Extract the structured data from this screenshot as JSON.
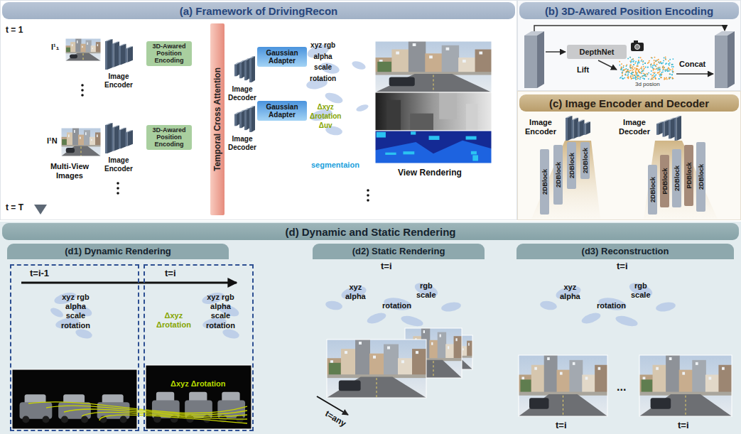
{
  "diagram": {
    "nodes": [
      {
        "text": [
          "(a) Framework of DrivingRecon"
        ]
      },
      {
        "text": [
          "3D-Awared Position Encoding"
        ],
        "in": 0
      },
      {
        "text": [
          "3D-Awared Position Encoding"
        ],
        "in": 0
      },
      {
        "text": [
          "Temporal Cross Attention"
        ],
        "in": 0
      },
      {
        "text": [
          "Gaussian Adapter"
        ],
        "in": 0
      },
      {
        "text": [
          "Gaussian Adapter"
        ],
        "in": 0
      },
      {
        "text": [
          "(b) 3D-Awared Position Encoding"
        ]
      },
      {
        "text": [
          "DepthNet"
        ],
        "in": 6
      },
      {
        "text": [
          "(c) Image Encoder and Decoder"
        ]
      },
      {
        "text": [
          "2DBlock"
        ],
        "in": 8
      },
      {
        "text": [
          "2DBlock"
        ],
        "in": 8
      },
      {
        "text": [
          "2DBlock"
        ],
        "in": 8
      },
      {
        "text": [
          "2DBlock"
        ],
        "in": 8
      },
      {
        "text": [
          "2DBlock"
        ],
        "in": 8
      },
      {
        "text": [
          "PDBlock"
        ],
        "in": 8
      },
      {
        "text": [
          "2DBlock"
        ],
        "in": 8
      },
      {
        "text": [
          "PDBlock"
        ],
        "in": 8
      },
      {
        "text": [
          "2DBlock"
        ],
        "in": 8
      },
      {
        "text": [
          "(d) Dynamic and Static Rendering"
        ]
      },
      {
        "text": [
          "(d1) Dynamic Rendering"
        ],
        "in": 18
      },
      {
        "text": [
          "t=i-1",
          "xyz rgb alpha scale rotation"
        ],
        "in": 18
      },
      {
        "text": [
          "t=i",
          "Δxyz Δrotation",
          "xyz rgb alpha scale rotation",
          "Δxyz Δrotation"
        ],
        "in": 18
      },
      {
        "text": [
          "(d2) Static Rendering"
        ],
        "in": 18
      },
      {
        "text": [
          "(d3) Reconstruction"
        ],
        "in": 18
      }
    ],
    "labels": [
      "t = 1",
      "t = T",
      "I¹₁",
      "I¹N",
      "Multi-View Images",
      "Image Encoder",
      "Image Encoder",
      "Image Decoder",
      "Image Decoder",
      "xyz rgb alpha scale rotation",
      "Δxyz Δrotation Δuv",
      "segmentaion",
      "View Rendering",
      "Lift",
      "Concat",
      "3d posion",
      "Image Encoder",
      "Image Decoder",
      "t=i",
      "xyz alpha",
      "rotation",
      "rgb scale",
      "t=any",
      "t=i",
      "xyz alpha",
      "rotation",
      "rgb scale",
      "...",
      "t=i",
      "t=i"
    ]
  }
}
